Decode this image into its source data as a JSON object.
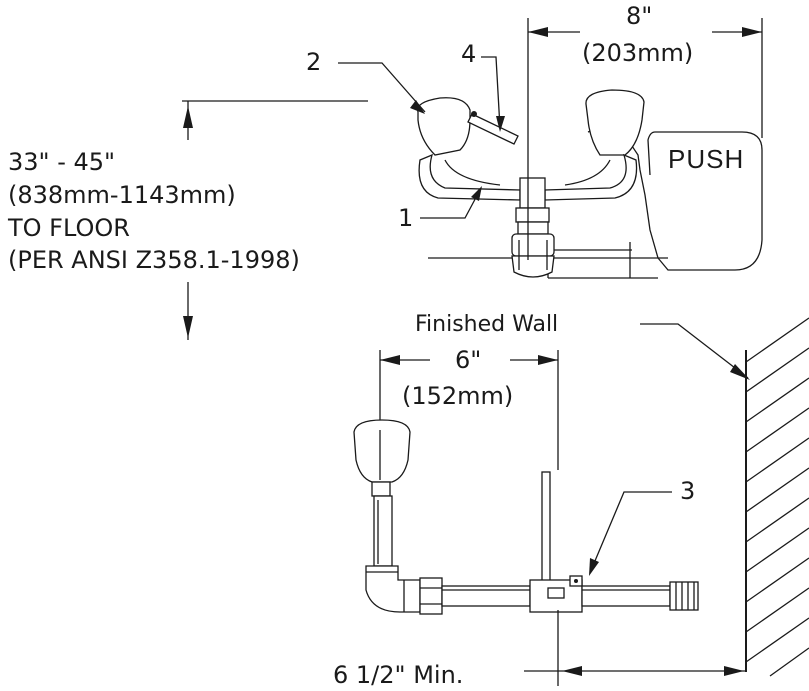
{
  "labels": {
    "callout_1": "1",
    "callout_2": "2",
    "callout_3": "3",
    "callout_4": "4",
    "dim_width_in": "8\"",
    "dim_width_mm": "(203mm)",
    "height_line1": "33\" - 45\"",
    "height_line2": "(838mm-1143mm)",
    "height_line3": "TO FLOOR",
    "height_line4": "(PER ANSI Z358.1-1998)",
    "push_sign": "PUSH",
    "finished_wall": "Finished Wall",
    "dim_depth_in": "6\"",
    "dim_depth_mm": "(152mm)",
    "min_clearance": "6 1/2\" Min."
  }
}
